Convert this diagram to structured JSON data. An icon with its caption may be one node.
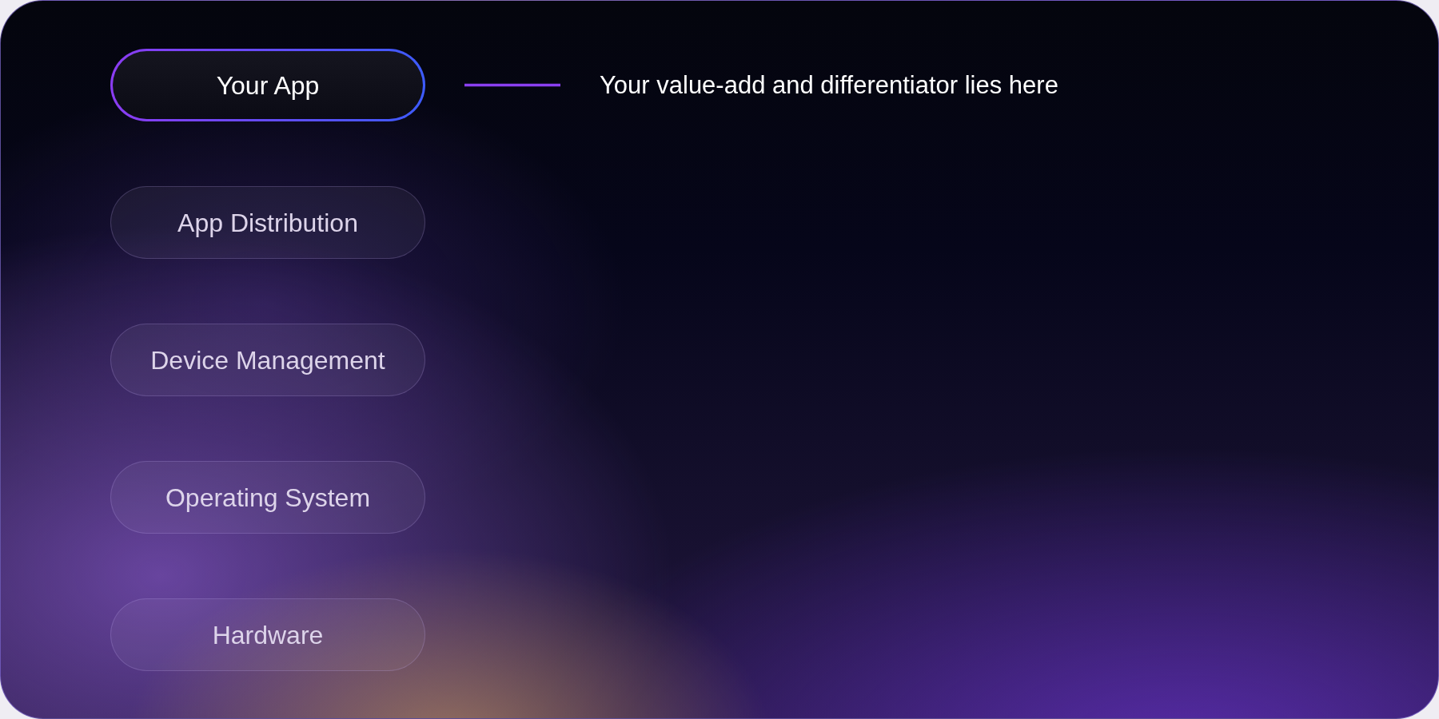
{
  "diagram": {
    "nodes": [
      {
        "text": [
          "Your App"
        ]
      },
      {
        "text": [
          "App Distribution"
        ]
      },
      {
        "text": [
          "Device Management"
        ]
      },
      {
        "text": [
          "Operating System"
        ]
      },
      {
        "text": [
          "Hardware"
        ]
      },
      {
        "text": [
          "Your value-add and differentiator lies here"
        ]
      }
    ],
    "edges": [
      {
        "from": 0,
        "to": 5,
        "arrow": "none"
      }
    ]
  }
}
